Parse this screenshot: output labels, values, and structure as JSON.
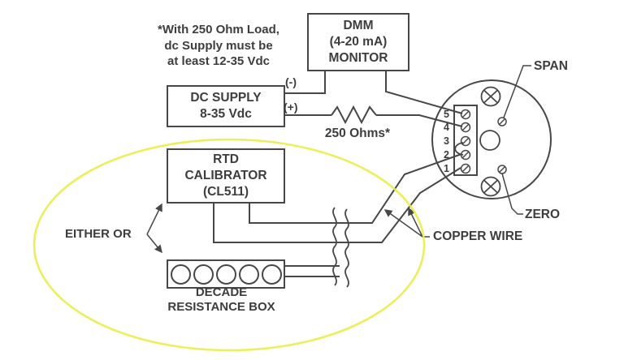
{
  "note": {
    "lines": [
      "*With 250 Ohm Load,",
      "dc Supply must be",
      "at least 12-35 Vdc"
    ]
  },
  "dmm": {
    "lines": [
      "DMM",
      "(4-20 mA)",
      "MONITOR"
    ]
  },
  "dc_supply": {
    "lines": [
      "DC SUPPLY",
      "8-35 Vdc"
    ]
  },
  "rtd_calibrator": {
    "lines": [
      "RTD",
      "CALIBRATOR",
      "(CL511)"
    ]
  },
  "decade_box": {
    "label_lines": [
      "DECADE",
      "RESISTANCE BOX"
    ],
    "dial_count": 5
  },
  "labels": {
    "minus": "(-)",
    "plus": "(+)",
    "resistor": "250 Ohms*",
    "either_or": "EITHER OR",
    "copper_wire": "COPPER WIRE",
    "span": "SPAN",
    "zero": "ZERO"
  },
  "transmitter": {
    "terminals": [
      "5",
      "4",
      "3",
      "2",
      "1"
    ]
  },
  "icons": {
    "mounting_screw": "circle-with-x",
    "terminal_screw": "slashed-circle",
    "adjust_screw": "small-slashed-circle",
    "cable_break": "double-wavy-line"
  },
  "colors": {
    "line": "#474747",
    "text": "#3d3d3d",
    "highlight": "#e9ed4a",
    "background": "#ffffff"
  }
}
